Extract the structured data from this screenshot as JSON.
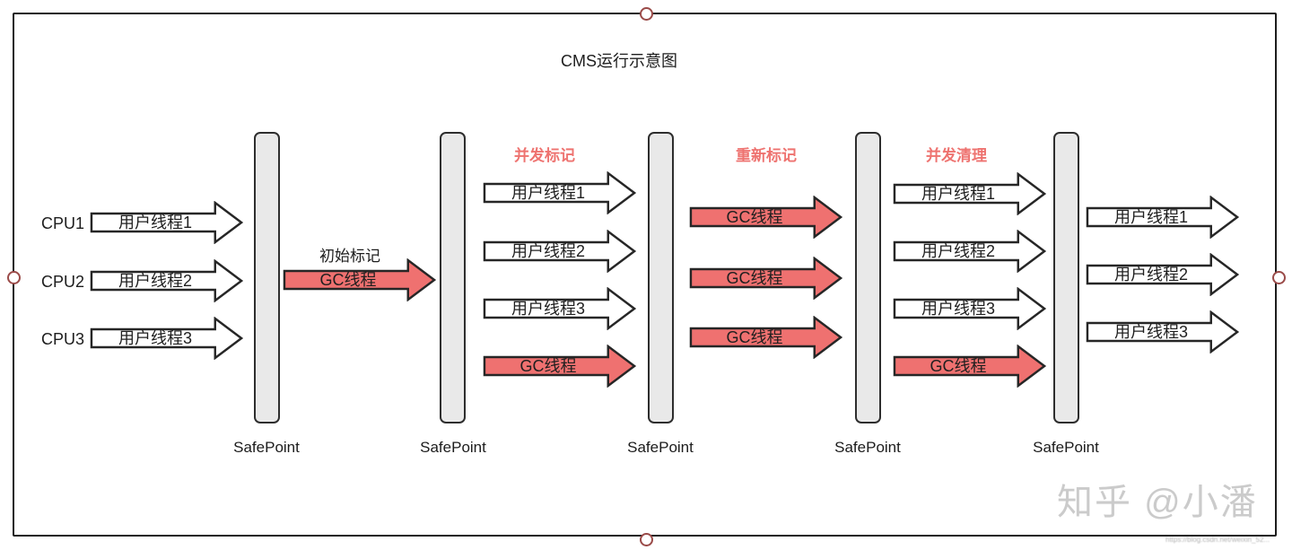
{
  "title": "CMS运行示意图",
  "cpus": [
    "CPU1",
    "CPU2",
    "CPU3"
  ],
  "safepoint": "SafePoint",
  "threads": {
    "user1": "用户线程1",
    "user2": "用户线程2",
    "user3": "用户线程3",
    "gc": "GC线程"
  },
  "phases": {
    "initial_mark": "初始标记",
    "concurrent_mark": "并发标记",
    "remark": "重新标记",
    "concurrent_sweep": "并发清理"
  },
  "watermark": {
    "brand": "知乎 @小潘",
    "url": "https://blog.csdn.net/weixin_52..."
  },
  "colors": {
    "gc_arrow_fill": "#ef7170",
    "user_arrow_fill": "#ffffff",
    "outline": "#262626",
    "phase_label_red": "#ee7370",
    "safepoint_bar_fill": "#e9e9e9",
    "handle_stroke": "#9a4a48",
    "watermark_gray": "#cbcbcb"
  }
}
